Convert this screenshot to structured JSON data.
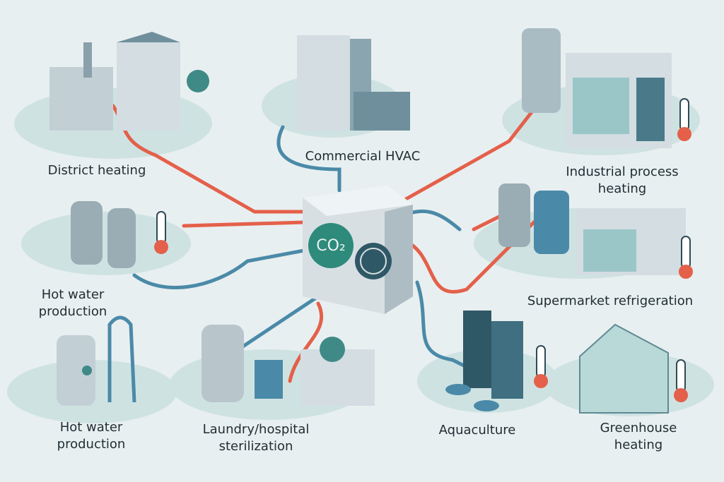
{
  "title": "CO2 heat pump applications",
  "center_unit": {
    "label": "CO₂"
  },
  "applications": [
    {
      "label": "District heating"
    },
    {
      "label": "Commercial HVAC"
    },
    {
      "label": "Industrial process heating"
    },
    {
      "label": "Hot water production"
    },
    {
      "label": "Supermarket refrigeration"
    },
    {
      "label": "Hot water production"
    },
    {
      "label": "Laundry/hospital sterilization"
    },
    {
      "label": "Aquaculture"
    },
    {
      "label": "Greenhouse heating"
    }
  ],
  "colors": {
    "hot_pipe": "#e4604a",
    "cold_pipe": "#4a8aa8",
    "background": "#e8eff0",
    "building": "#c9d6dc",
    "accent": "#2e8a7a"
  }
}
